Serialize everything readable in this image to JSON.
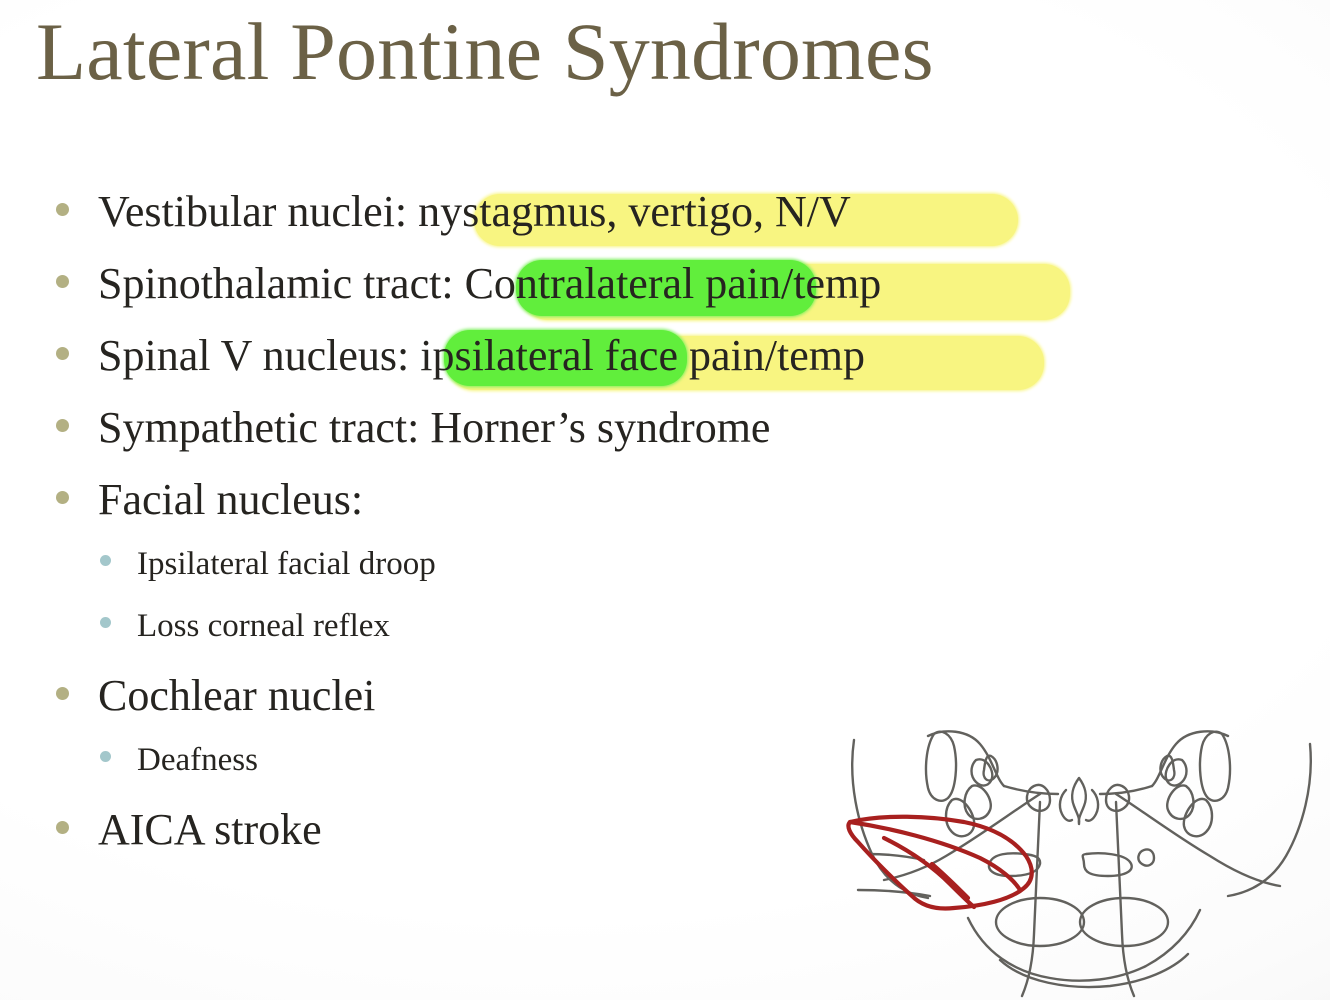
{
  "slide": {
    "title": "Lateral Pontine Syndromes",
    "title_color": "#6b6146",
    "background_color": "#ffffff",
    "body_text_color": "#262420"
  },
  "colors": {
    "highlight_yellow": "#f8f581",
    "highlight_green": "#61ee3c",
    "bullet_level1": "#b3b083",
    "bullet_level2": "#a3c7cb",
    "annotation_red": "#a8201f",
    "sketch_ink": "#4a4a4a"
  },
  "bullets": [
    {
      "level": 1,
      "plain": "Vestibular nuclei: ",
      "yellow": "nystagmus, vertigo, N/V",
      "green": "",
      "tail": ""
    },
    {
      "level": 1,
      "plain": "Spinothalamic tract",
      "yellow": "",
      "green": ": Contralateral ",
      "tail": "pain/temp"
    },
    {
      "level": 1,
      "plain": "Spinal V nucleus",
      "yellow": "",
      "green": ": ipsilateral ",
      "tail": "face pain/temp"
    },
    {
      "level": 1,
      "plain": "Sympathetic tract: Horner’s syndrome",
      "yellow": "",
      "green": "",
      "tail": ""
    },
    {
      "level": 1,
      "plain": "Facial nucleus:",
      "yellow": "",
      "green": "",
      "tail": ""
    },
    {
      "level": 2,
      "plain": "Ipsilateral facial droop",
      "yellow": "",
      "green": "",
      "tail": ""
    },
    {
      "level": 2,
      "plain": "Loss corneal reflex",
      "yellow": "",
      "green": "",
      "tail": ""
    },
    {
      "level": 1,
      "plain": "Cochlear nuclei",
      "yellow": "",
      "green": "",
      "tail": ""
    },
    {
      "level": 2,
      "plain": "Deafness",
      "yellow": "",
      "green": "",
      "tail": ""
    },
    {
      "level": 1,
      "plain": "AICA stroke",
      "yellow": "",
      "green": "",
      "tail": ""
    }
  ],
  "lines": {
    "l1": "Vestibular nuclei: nystagmus, vertigo, N/V",
    "l2": "Spinothalamic tract: Contralateral pain/temp",
    "l3": "Spinal V nucleus: ipsilateral face pain/temp",
    "l4": "Sympathetic tract: Horner’s syndrome",
    "l5": "Facial nucleus:",
    "l6": "Ipsilateral facial droop",
    "l7": "Loss corneal reflex",
    "l8": "Cochlear nuclei",
    "l9": "Deafness",
    "l10": "AICA stroke"
  },
  "segments": {
    "l1_prefix": "Vestibular nuclei:",
    "l1_highlight": " nystagmus, vertigo, N/V",
    "l2_prefix": "Spinothalamic tract",
    "l2_green": ": Contralateral ",
    "l2_yellow": "pain/temp",
    "l3_prefix": "Spinal V nucleus",
    "l3_green": ": ipsilateral ",
    "l3_yellow": "face pain/temp"
  },
  "figure": {
    "name": "brainstem-pons-cross-section-sketch",
    "annotation": "red outline of lateral pontine territory"
  }
}
